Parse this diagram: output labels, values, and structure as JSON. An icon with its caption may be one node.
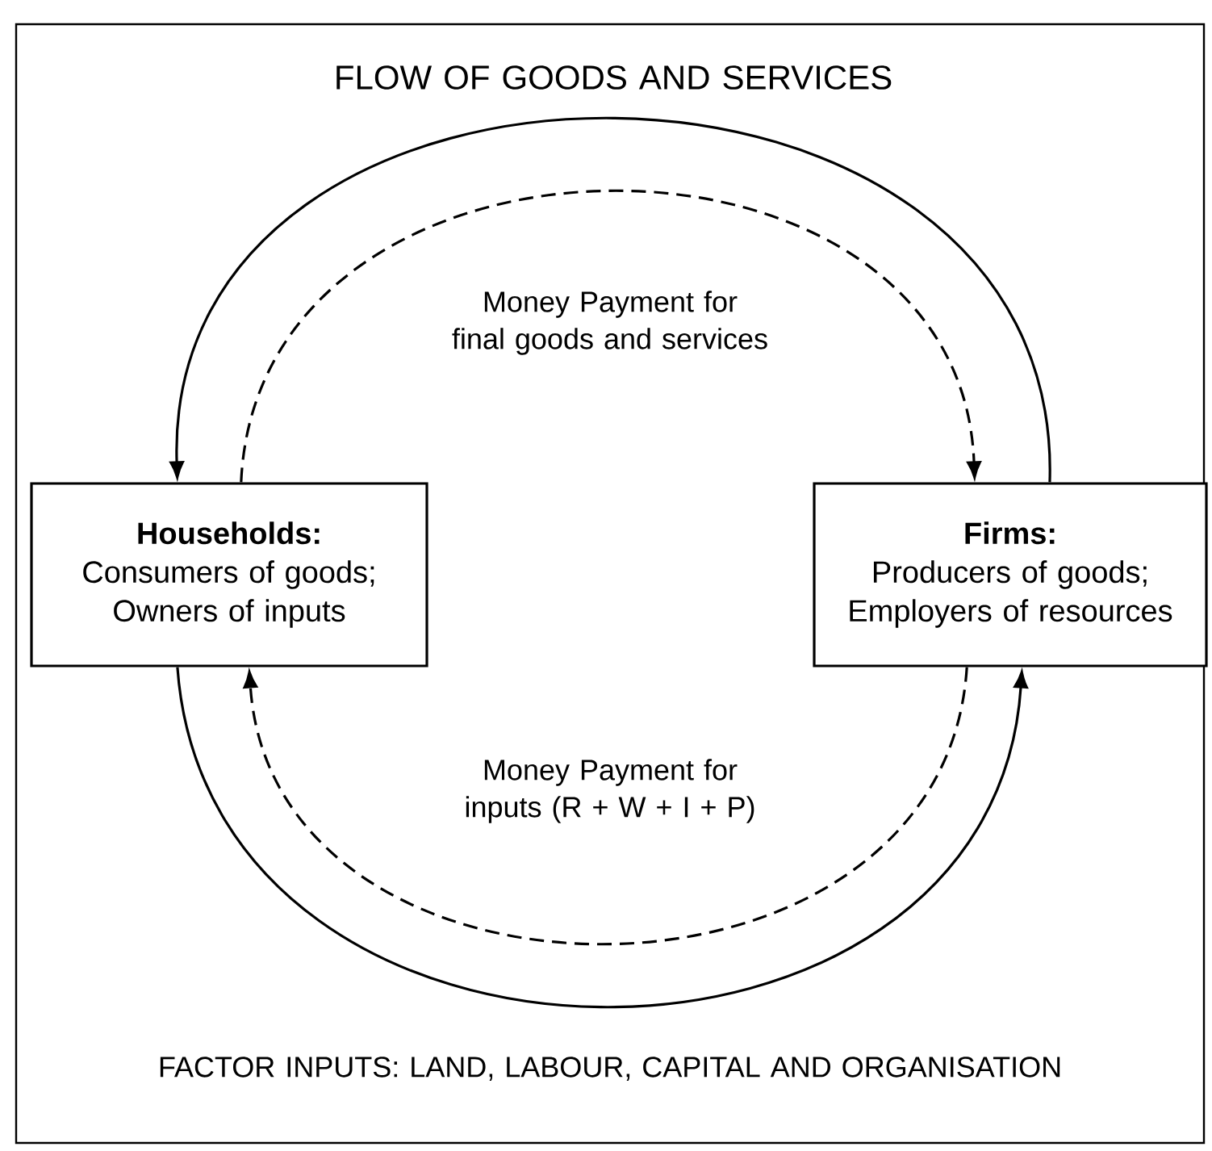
{
  "diagram": {
    "nodes": [
      {
        "text": [
          "Households:",
          "Consumers of goods; Owners of inputs"
        ]
      },
      {
        "text": [
          "Firms:",
          "Producers of goods; Employers of resources"
        ]
      }
    ],
    "edges": [
      {
        "from": 1,
        "to": 0,
        "arrow": "to",
        "label": "FLOW OF GOODS AND SERVICES"
      },
      {
        "from": 0,
        "to": 1,
        "arrow": "to",
        "style": "dashed",
        "label": "Money Payment for final goods and services"
      },
      {
        "from": 1,
        "to": 0,
        "arrow": "to",
        "style": "dashed",
        "label": "Money Payment for inputs (R + W + I + P)"
      },
      {
        "from": 0,
        "to": 1,
        "arrow": "to",
        "label": "FACTOR INPUTS: LAND, LABOUR, CAPITAL AND ORGANISATION"
      }
    ]
  }
}
